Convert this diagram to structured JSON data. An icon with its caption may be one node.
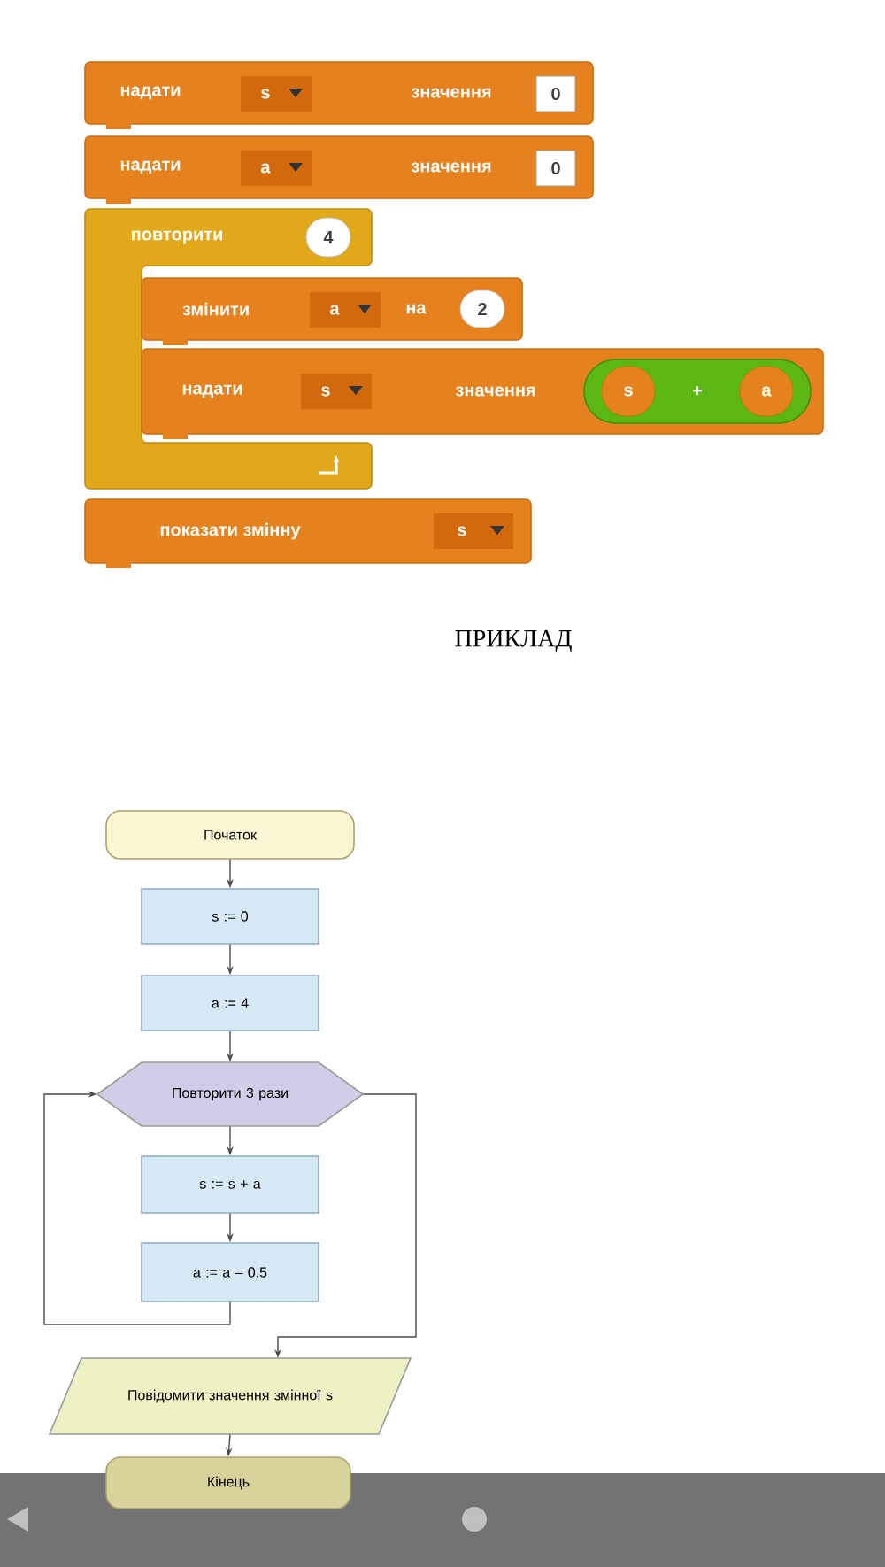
{
  "diagram": {
    "nodes": [
      {
        "text": [
          "надати",
          "значення"
        ]
      },
      {
        "text": [
          "s"
        ],
        "in": 0
      },
      {
        "text": [
          "0"
        ],
        "in": 0
      },
      {
        "text": [
          "надати",
          "значення"
        ]
      },
      {
        "text": [
          "a"
        ],
        "in": 3
      },
      {
        "text": [
          "0"
        ],
        "in": 3
      },
      {
        "text": [
          "повторити"
        ]
      },
      {
        "text": [
          "4"
        ],
        "in": 6
      },
      {
        "text": [
          "змінити",
          "на"
        ]
      },
      {
        "text": [
          "a"
        ],
        "in": 8
      },
      {
        "text": [
          "2"
        ],
        "in": 8
      },
      {
        "text": [
          "надати",
          "значення"
        ]
      },
      {
        "text": [
          "s"
        ],
        "in": 11
      },
      {
        "text": [
          "+"
        ],
        "in": 11
      },
      {
        "text": [
          "s"
        ],
        "in": 13
      },
      {
        "text": [
          "a"
        ],
        "in": 13
      },
      {
        "text": [
          "показати змінну"
        ]
      },
      {
        "text": [
          "s"
        ],
        "in": 16
      },
      {
        "text": [
          "Початок"
        ]
      },
      {
        "text": [
          "s := 0"
        ]
      },
      {
        "text": [
          "a := 4"
        ]
      },
      {
        "text": [
          "Повторити 3 рази"
        ]
      },
      {
        "text": [
          "s := s + a"
        ]
      },
      {
        "text": [
          "a := a – 0.5"
        ]
      },
      {
        "text": [
          "Повідомити значення змінної s"
        ]
      },
      {
        "text": [
          "Кінець"
        ]
      }
    ],
    "edges": [
      {
        "from": 18,
        "to": 19,
        "arrow": "to"
      },
      {
        "from": 19,
        "to": 20,
        "arrow": "to"
      },
      {
        "from": 20,
        "to": 21,
        "arrow": "to"
      },
      {
        "from": 21,
        "to": 22,
        "arrow": "to"
      },
      {
        "from": 22,
        "to": 23,
        "arrow": "to"
      },
      {
        "from": 23,
        "to": 21,
        "arrow": "to"
      },
      {
        "from": 21,
        "to": 24,
        "arrow": "to"
      },
      {
        "from": 24,
        "to": 25,
        "arrow": "to"
      }
    ],
    "labels": [
      "ПРИКЛАД"
    ]
  }
}
